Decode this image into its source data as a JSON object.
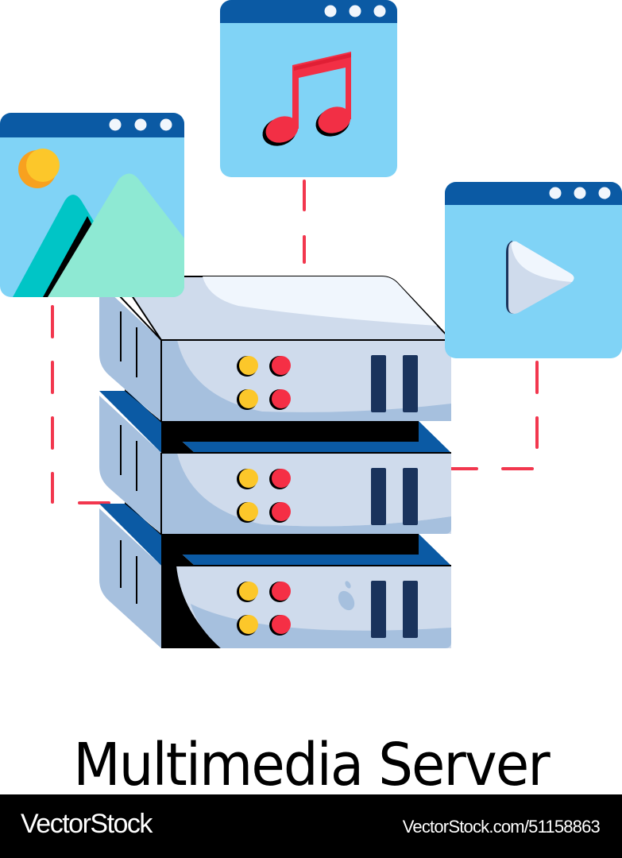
{
  "title": "Multimedia Server",
  "footer": {
    "brand": "VectorStock",
    "reference": "VectorStock.com/51158863"
  },
  "illustration": {
    "windows": [
      {
        "name": "image-window",
        "icon": "image-icon"
      },
      {
        "name": "music-window",
        "icon": "music-note-icon"
      },
      {
        "name": "video-window",
        "icon": "play-icon"
      }
    ],
    "server": {
      "units": 3,
      "icon": "server-rack-icon"
    },
    "connectors": "dashed-lines"
  },
  "colors": {
    "window_header": "#0b5aa4",
    "window_body": "#80d3f6",
    "header_dots": "#f1f6fc",
    "server_front": "#cfdbec",
    "server_side": "#a6c0de",
    "server_top": "#f0f6fd",
    "server_shelf": "#0b5aa4",
    "led_yellow": "#fcc72a",
    "led_red": "#f52f45",
    "slot": "#1a335c",
    "connector": "#f2374e",
    "music_note": "#f22f45",
    "mountain_left": "#00c5c6",
    "mountain_right": "#8ee9d3",
    "sun": "#fcc72a",
    "sun_shade": "#f8a11f",
    "footer_bg": "#000000",
    "footer_text": "#ffffff"
  }
}
